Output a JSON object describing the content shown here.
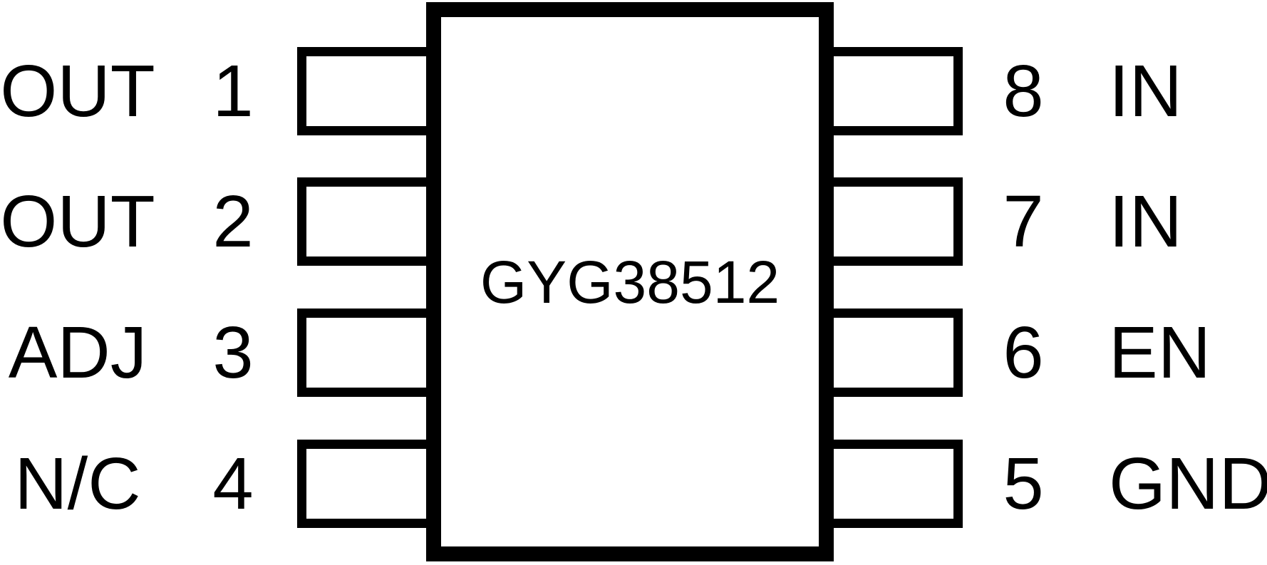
{
  "chip": {
    "part_number": "GYG38512"
  },
  "pins": {
    "left": [
      {
        "number": "1",
        "name": "OUT"
      },
      {
        "number": "2",
        "name": "OUT"
      },
      {
        "number": "3",
        "name": "ADJ"
      },
      {
        "number": "4",
        "name": "N/C"
      }
    ],
    "right": [
      {
        "number": "8",
        "name": "IN"
      },
      {
        "number": "7",
        "name": "IN"
      },
      {
        "number": "6",
        "name": "EN"
      },
      {
        "number": "5",
        "name": "GND"
      }
    ]
  },
  "colors": {
    "line": "#000000",
    "background": "#ffffff",
    "text": "#000000"
  }
}
